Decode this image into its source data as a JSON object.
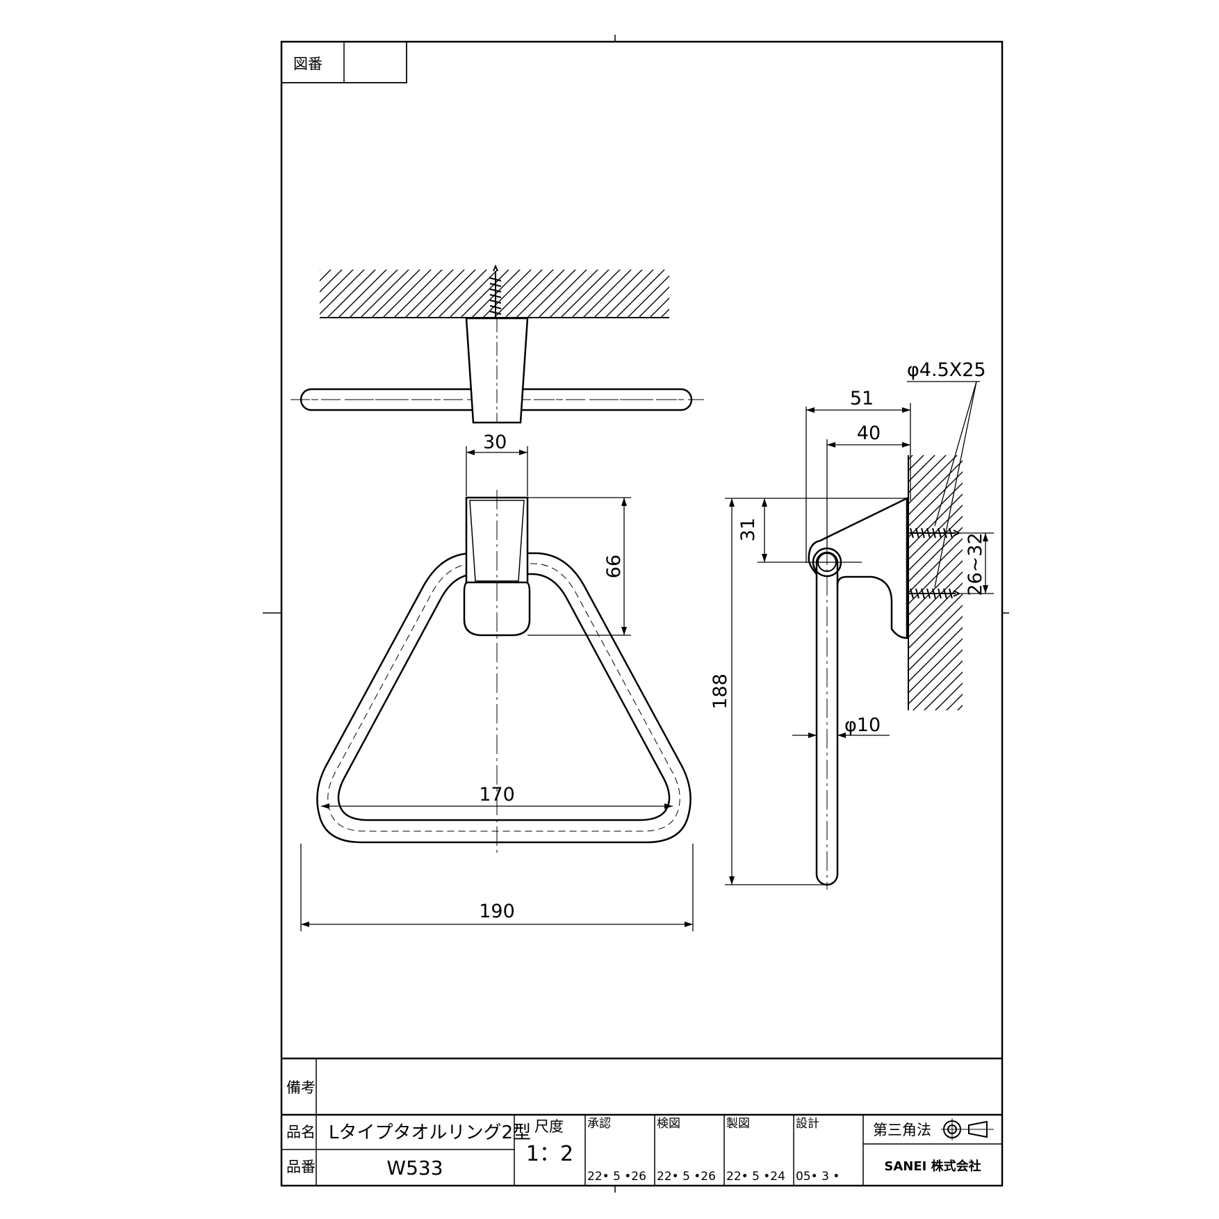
{
  "drawing_number": {
    "label": "図番",
    "value": ""
  },
  "dimensions": {
    "top_view_width": "30",
    "bracket_height": "66",
    "inner_width": "170",
    "outer_width": "190",
    "overall_height": "188",
    "pipe_drop": "31",
    "projection_outer": "51",
    "projection_inner": "40",
    "pipe_diameter": "φ10",
    "screw_spec": "φ4.5X25",
    "screw_spacing": "26~32"
  },
  "title_block": {
    "remarks_label": "備考",
    "remarks_value": "",
    "name_label": "品名",
    "name_value": "Lタイプタオルリング2型",
    "number_label": "品番",
    "number_value": "W533",
    "scale_label": "尺度",
    "scale_value": "1：2",
    "approval_label": "承認",
    "approval_date": "22• 5 •26",
    "check_label": "検図",
    "check_date": "22• 5 •26",
    "drawn_label": "製図",
    "drawn_date": "22• 5 •24",
    "design_label": "設計",
    "design_date": "05• 3 •",
    "projection_label": "第三角法",
    "company": "SANEI 株式会社"
  }
}
